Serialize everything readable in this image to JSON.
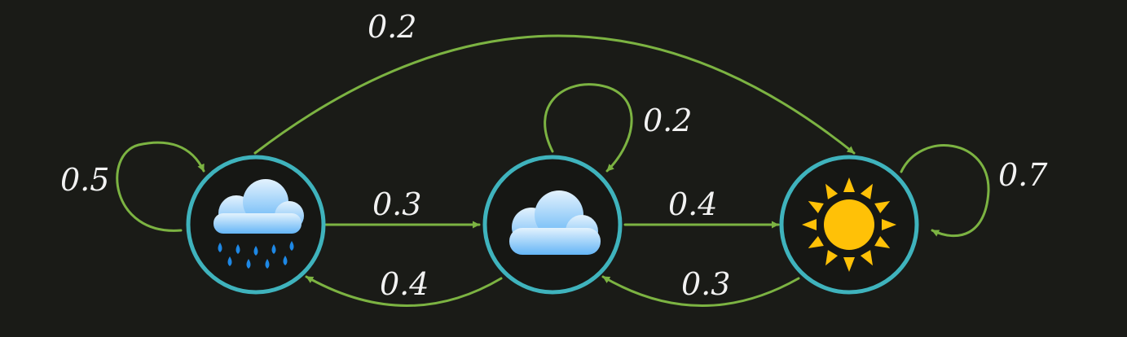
{
  "colors": {
    "background": "#1a1b17",
    "edge": "#7cb342",
    "node_ring": "#3fb3bd",
    "label": "#f2f2f2",
    "cloud_light": "#e3f2fd",
    "cloud_dark": "#64b5f6",
    "rain_drop": "#1e88e5",
    "sun": "#ffc107"
  },
  "nodes": [
    {
      "id": "rainy",
      "icon": "rain-cloud-icon"
    },
    {
      "id": "cloudy",
      "icon": "cloud-icon"
    },
    {
      "id": "sunny",
      "icon": "sun-icon"
    }
  ],
  "edges": [
    {
      "from": "rainy",
      "to": "rainy",
      "label": "0.5"
    },
    {
      "from": "rainy",
      "to": "cloudy",
      "label": "0.3"
    },
    {
      "from": "rainy",
      "to": "sunny",
      "label": "0.2"
    },
    {
      "from": "cloudy",
      "to": "cloudy",
      "label": "0.2"
    },
    {
      "from": "cloudy",
      "to": "rainy",
      "label": "0.4"
    },
    {
      "from": "cloudy",
      "to": "sunny",
      "label": "0.4"
    },
    {
      "from": "sunny",
      "to": "sunny",
      "label": "0.7"
    },
    {
      "from": "sunny",
      "to": "cloudy",
      "label": "0.3"
    }
  ]
}
